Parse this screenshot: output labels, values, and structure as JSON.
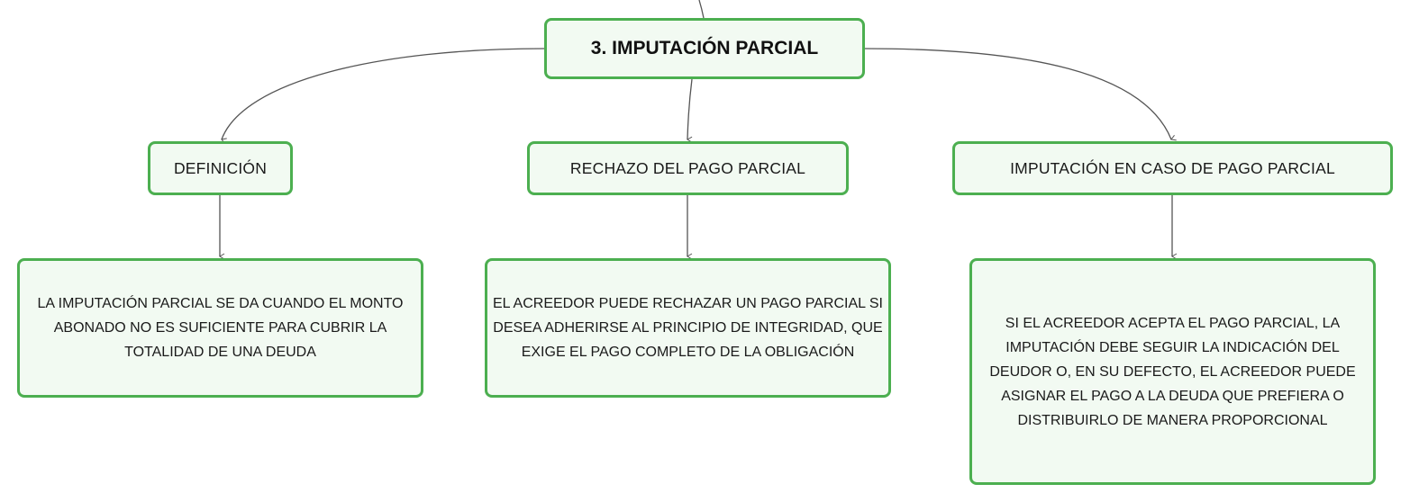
{
  "diagram": {
    "root": {
      "label": "3. IMPUTACIÓN PARCIAL"
    },
    "branches": [
      {
        "label": "DEFINICIÓN",
        "detail": "LA IMPUTACIÓN PARCIAL SE DA CUANDO EL MONTO ABONADO NO ES SUFICIENTE PARA CUBRIR LA TOTALIDAD DE UNA DEUDA"
      },
      {
        "label": "RECHAZO DEL PAGO PARCIAL",
        "detail": "EL ACREEDOR PUEDE RECHAZAR UN PAGO PARCIAL SI DESEA ADHERIRSE AL PRINCIPIO DE INTEGRIDAD, QUE EXIGE EL PAGO COMPLETO DE LA OBLIGACIÓN"
      },
      {
        "label": "IMPUTACIÓN EN CASO DE PAGO PARCIAL",
        "detail": "SI EL ACREEDOR ACEPTA EL PAGO PARCIAL, LA IMPUTACIÓN DEBE SEGUIR LA INDICACIÓN DEL DEUDOR O, EN SU DEFECTO, EL ACREEDOR PUEDE ASIGNAR EL PAGO A LA DEUDA QUE PREFIERA O DISTRIBUIRLO DE MANERA PROPORCIONAL"
      }
    ],
    "colors": {
      "node_border": "#4caf50",
      "node_fill": "#f2faf2",
      "connector": "#555555"
    }
  }
}
